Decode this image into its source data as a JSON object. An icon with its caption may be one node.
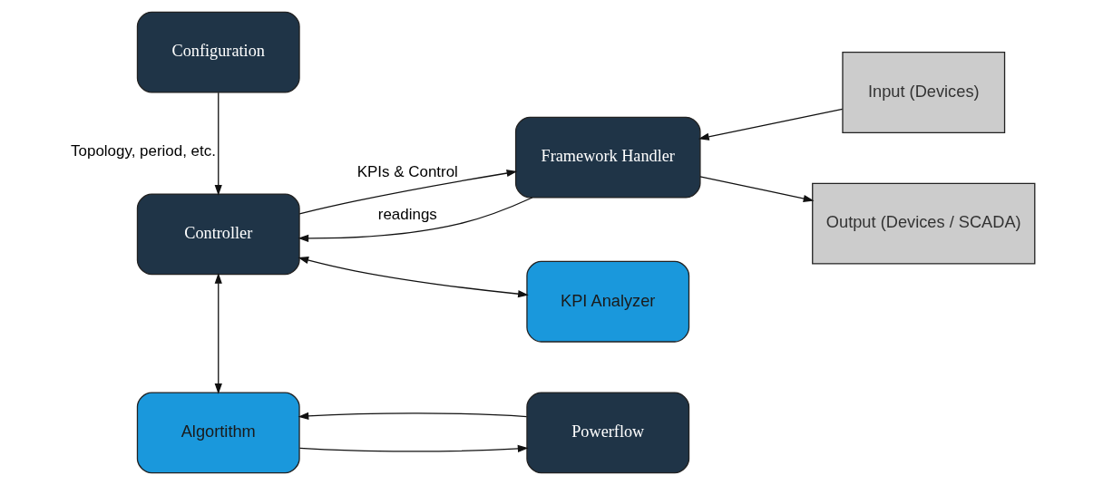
{
  "diagram": {
    "nodes": [
      {
        "text": [
          "Configuration"
        ]
      },
      {
        "text": [
          "Input (Devices)"
        ]
      },
      {
        "text": [
          "Framework Handler"
        ]
      },
      {
        "text": [
          "Controller"
        ]
      },
      {
        "text": [
          "KPI Analyzer"
        ]
      },
      {
        "text": [
          "Output (Devices / SCADA)"
        ]
      },
      {
        "text": [
          "Algortithm"
        ]
      },
      {
        "text": [
          "Powerflow"
        ]
      }
    ],
    "edges": [
      {
        "from": 1,
        "to": 2,
        "arrow": "to"
      },
      {
        "from": 2,
        "to": 5,
        "arrow": "to"
      },
      {
        "from": 0,
        "to": 3,
        "arrow": "to",
        "label": "Topology, period, etc."
      },
      {
        "from": 2,
        "to": 3,
        "arrow": "to",
        "label": "readings"
      },
      {
        "from": 3,
        "to": 2,
        "arrow": "to",
        "label": "KPIs & Control"
      },
      {
        "from": 3,
        "to": 4,
        "arrow": "both"
      },
      {
        "from": 3,
        "to": 6,
        "arrow": "both"
      },
      {
        "from": 6,
        "to": 7,
        "arrow": "to"
      },
      {
        "from": 7,
        "to": 6,
        "arrow": "to"
      }
    ]
  }
}
